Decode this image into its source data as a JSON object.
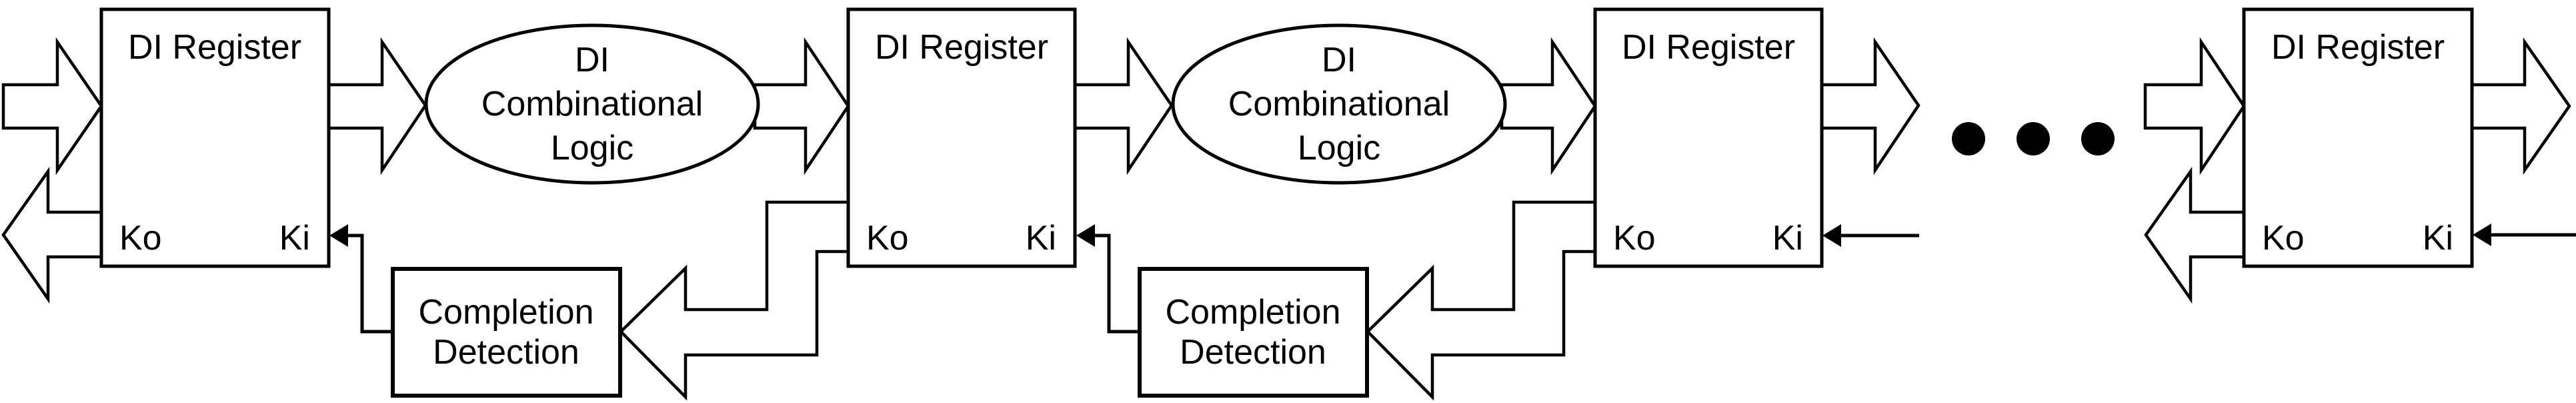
{
  "diagram": {
    "title": "DI pipeline block diagram",
    "colors": {
      "ink": "#000000",
      "background": "#ffffff"
    },
    "registers": [
      {
        "title": "DI Register",
        "ko_label": "Ko",
        "ki_label": "Ki"
      },
      {
        "title": "DI Register",
        "ko_label": "Ko",
        "ki_label": "Ki"
      },
      {
        "title": "DI Register",
        "ko_label": "Ko",
        "ki_label": "Ki"
      },
      {
        "title": "DI Register",
        "ko_label": "Ko",
        "ki_label": "Ki"
      }
    ],
    "logic_ellipses": [
      {
        "lines": [
          "DI",
          "Combinational",
          "Logic"
        ]
      },
      {
        "lines": [
          "DI",
          "Combinational",
          "Logic"
        ]
      }
    ],
    "completion_blocks": [
      {
        "lines": [
          "Completion",
          "Detection"
        ]
      },
      {
        "lines": [
          "Completion",
          "Detection"
        ]
      }
    ],
    "ellipsis_dots_count": 3
  }
}
